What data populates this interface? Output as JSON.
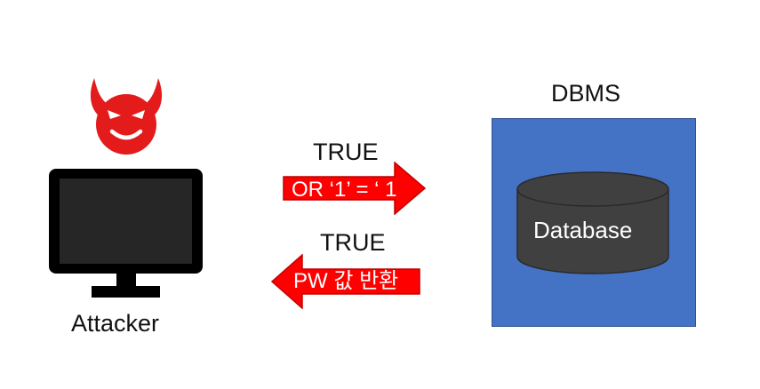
{
  "attacker": {
    "label": "Attacker",
    "devil_icon": "devil-face-icon",
    "monitor_icon": "monitor-icon"
  },
  "request": {
    "status": "TRUE",
    "payload": "OR ‘1’ = ‘ 1"
  },
  "response": {
    "status": "TRUE",
    "payload": "PW 값 반환"
  },
  "dbms": {
    "title": "DBMS",
    "database_label": "Database"
  },
  "colors": {
    "devil": "#e31b1b",
    "arrow_fill": "#ff0000",
    "dbms_box": "#4472c4",
    "cylinder": "#404040",
    "monitor_frame": "#000000",
    "monitor_screen": "#262626"
  }
}
